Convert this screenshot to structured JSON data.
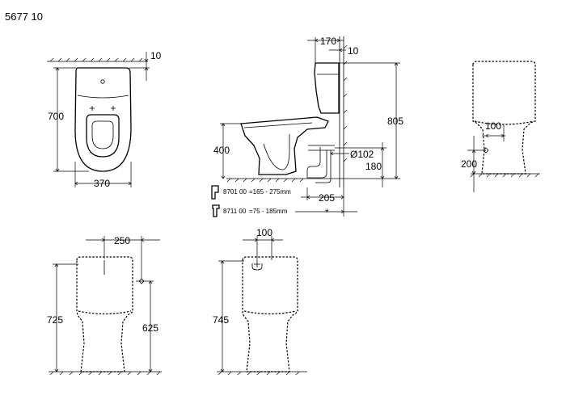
{
  "title": "5677 10",
  "top_view": {
    "dim_width": "370",
    "dim_depth": "700",
    "dim_gap": "10"
  },
  "side_view": {
    "dim_top_offset": "170",
    "dim_wall_gap": "10",
    "dim_total_height": "805",
    "dim_seat_height": "400",
    "dim_outlet_diameter": "Ø102",
    "dim_outlet_height": "180",
    "dim_outlet_distance": "205",
    "dim_asterisk": "*",
    "variants": [
      {
        "code": "8701 00",
        "range": "=165 - 275mm"
      },
      {
        "code": "8711 00",
        "range": "=75 -  185mm"
      }
    ]
  },
  "back_view": {
    "dim_offset": "100",
    "dim_height": "200"
  },
  "front_view_a": {
    "dim_offset": "250",
    "dim_total_height": "725",
    "dim_inlet_height": "625"
  },
  "front_view_b": {
    "dim_offset": "100",
    "dim_total_height": "745"
  }
}
